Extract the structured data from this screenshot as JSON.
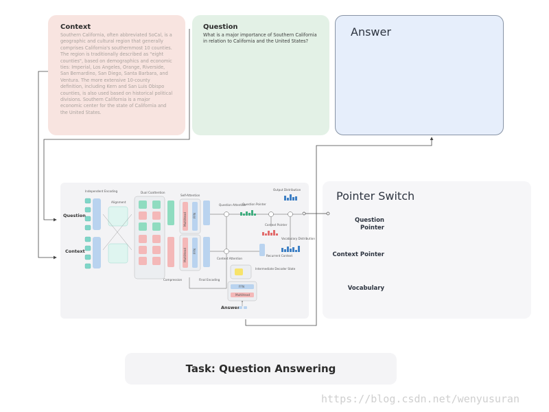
{
  "context": {
    "title": "Context",
    "text": "Southern California, often abbreviated SoCal, is a geographic and cultural region that generally comprises California's southernmost 10 counties. The region is traditionally described as \"eight counties\", based on demographics and economic ties: Imperial, Los Angeles, Orange, Riverside, San Bernardino, San Diego, Santa Barbara, and Ventura. The more extensive 10-county definition, including Kern and San Luis Obispo counties, is also used based on historical political divisions. Southern California is a major economic center for the state of California and the United States."
  },
  "question": {
    "title": "Question",
    "text": "What is a major importance of Southern California in relation to California and the United States?"
  },
  "answer": {
    "title": "Answer"
  },
  "pointer_switch": {
    "title": "Pointer Switch",
    "labels": [
      "Question Pointer",
      "Context Pointer",
      "Vocabulary"
    ]
  },
  "diagram": {
    "row_labels": {
      "question": "Question",
      "context": "Context",
      "answer": "Answer"
    },
    "stage_labels": {
      "independent_encoding": "Independent Encoding",
      "alignment": "Alignment",
      "dual_coattention": "Dual Coattention",
      "self_attention": "Self-Attention",
      "compression": "Compression",
      "final_encoding": "Final Encoding",
      "question_attention": "Question Attention",
      "question_pointer": "Question Pointer",
      "context_pointer": "Context Pointer",
      "context_attention": "Context Attention",
      "output_distribution": "Output Distribution",
      "vocabulary_distribution": "Vocabulary Distribution",
      "recurrent_context": "Recurrent Context",
      "intermediate_decoder_state": "Intermediate Decoder State",
      "multihead": "MultiHead",
      "ffn": "FFN"
    }
  },
  "task": {
    "title": "Task: Question Answering"
  },
  "watermark": "https://blog.csdn.net/wenyusuran",
  "colors": {
    "context_bg": "#f8e4e0",
    "question_bg": "#e3f1e6",
    "answer_bg": "#e6eefb",
    "pink_block": "#f4b8b8",
    "green_block": "#8fdcc0",
    "blue_block": "#b9d3ef",
    "teal_grid": "#7fd6c8"
  }
}
